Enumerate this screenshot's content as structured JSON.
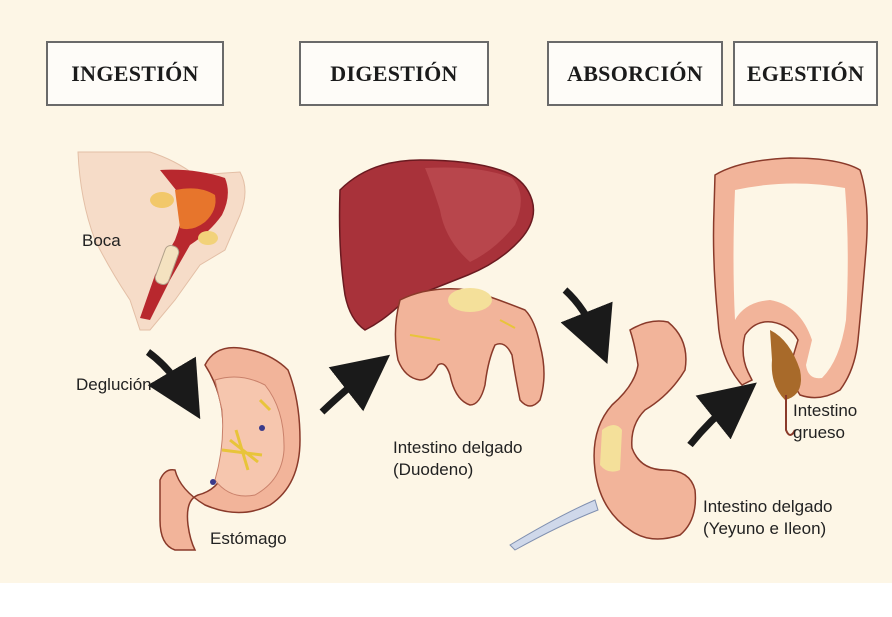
{
  "phases": {
    "ingestion": "INGESTIÓN",
    "digestion": "DIGESTIÓN",
    "absorcion": "ABSORCIÓN",
    "egestion": "EGESTIÓN"
  },
  "labels": {
    "boca": "Boca",
    "deglucion": "Deglución",
    "estomago": "Estómago",
    "duodeno": "Intestino delgado\n(Duodeno)",
    "yeyuno": "Intestino delgado\n(Yeyuno e Ileon)",
    "grueso": "Intestino\ngrueso"
  },
  "colors": {
    "background": "#fdf6e6",
    "organ_pink": "#f2b49a",
    "liver": "#a8323a",
    "arrow": "#1a1a1a"
  }
}
